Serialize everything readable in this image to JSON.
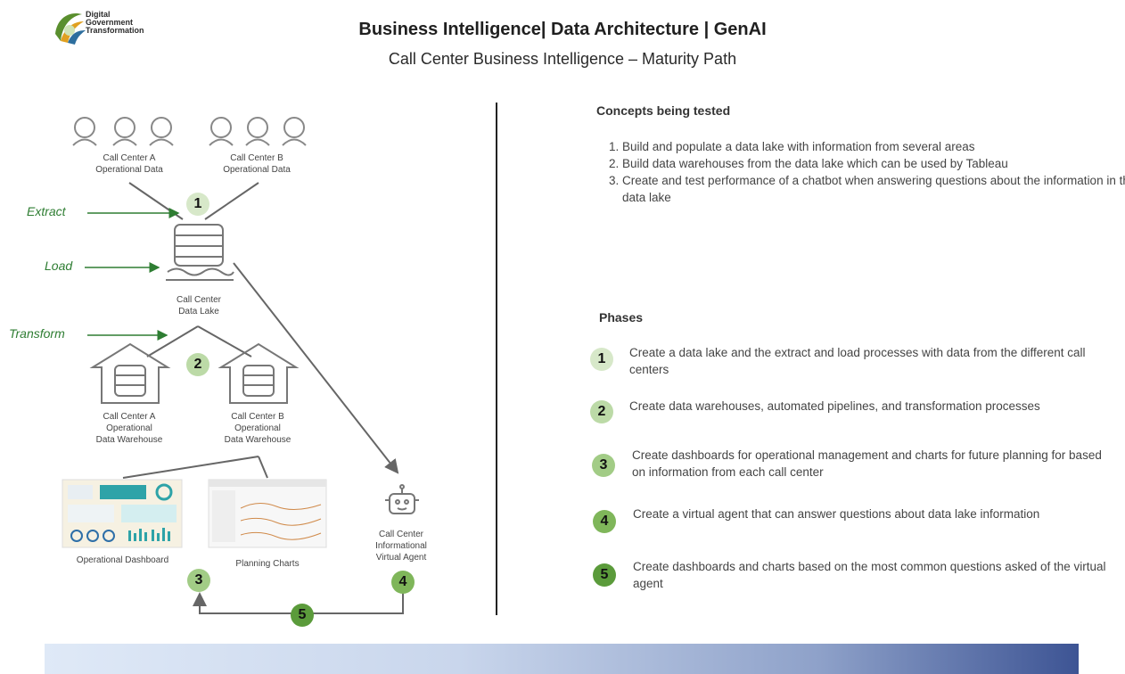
{
  "header": {
    "logo_lines": [
      "Digital",
      "Government",
      "Transformation"
    ],
    "title": "Business Intelligence| Data Architecture | GenAI",
    "subtitle": "Call Center Business Intelligence – Maturity Path"
  },
  "diagram": {
    "stages": {
      "extract": "Extract",
      "load": "Load",
      "transform": "Transform"
    },
    "call_center_a": [
      "Call Center A",
      "Operational Data"
    ],
    "call_center_b": [
      "Call Center B",
      "Operational Data"
    ],
    "data_lake": [
      "Call Center",
      "Data Lake"
    ],
    "warehouse_a": [
      "Call Center A",
      "Operational",
      "Data Warehouse"
    ],
    "warehouse_b": [
      "Call Center B",
      "Operational",
      "Data Warehouse"
    ],
    "operational_dashboard": "Operational Dashboard",
    "planning_charts": "Planning Charts",
    "virtual_agent": [
      "Call Center",
      "Informational",
      "Virtual Agent"
    ],
    "steps": [
      "1",
      "2",
      "3",
      "4",
      "5"
    ]
  },
  "concepts": {
    "heading": "Concepts being tested",
    "items": [
      "Build and populate a data lake with information from several areas",
      "Build data warehouses from the data lake which can be used by Tableau",
      "Create and test performance of a chatbot when answering questions about the information in the data lake"
    ]
  },
  "phases": {
    "heading": "Phases",
    "items": [
      {
        "num": "1",
        "text": "Create a data lake and the extract and load processes with data from the different call centers",
        "color": "#d7e8c9"
      },
      {
        "num": "2",
        "text": "Create data warehouses, automated pipelines, and transformation processes",
        "color": "#bcdaa7"
      },
      {
        "num": "3",
        "text": "Create dashboards for operational management and charts for future planning for based on information from each call center",
        "color": "#a2cc86"
      },
      {
        "num": "4",
        "text": "Create a virtual agent that can answer questions about data lake information",
        "color": "#7fb65a"
      },
      {
        "num": "5",
        "text": "Create dashboards and charts based on the most common questions asked of the virtual agent",
        "color": "#5b9b3b"
      }
    ]
  },
  "colors": {
    "green_arrow": "#2e7d32",
    "step_1": "#d7e8c9",
    "step_2": "#bcdaa7",
    "step_3": "#a2cc86",
    "step_4": "#7fb65a",
    "step_5": "#5b9b3b"
  }
}
